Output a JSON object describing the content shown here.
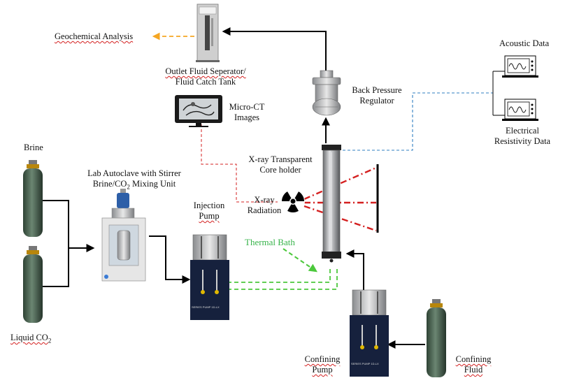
{
  "labels": {
    "geochemical": "Geochemical Analysis",
    "outlet_line1": "Outlet Fluid Seperator/",
    "outlet_line2": "Fluid Catch Tank",
    "back_pressure_line1": "Back Pressure",
    "back_pressure_line2": "Regulator",
    "acoustic": "Acoustic Data",
    "electrical_line1": "Electrical",
    "electrical_line2": "Resistivity Data",
    "microct_line1": "Micro-CT",
    "microct_line2": "Images",
    "xray_holder_line1": "X-ray Transparent",
    "xray_holder_line2": "Core holder",
    "brine": "Brine",
    "autoclave_line1": "Lab Autoclave with Stirrer",
    "autoclave_line2_pre": "Brine/CO",
    "autoclave_line2_sub": "2",
    "autoclave_line2_post": " Mixing Unit",
    "injection_line1": "Injection",
    "injection_line2": "Pump",
    "xray_rad_line1": "X-ray",
    "xray_rad_line2": "Radiation",
    "thermal": "Thermal Bath",
    "liquid_pre": "Liquid CO",
    "liquid_sub": "2",
    "confining_pump_line1": "Confining",
    "confining_pump_line2": "Pump",
    "confining_fluid_line1": "Confining",
    "confining_fluid_line2": "Fluid",
    "pump_plate": "SERIES PUMP 1D-LX"
  },
  "colors": {
    "orange_dashed": "#f5a623",
    "blue_dashed": "#2f7fc1",
    "red_dashed": "#d42020",
    "green_dashed": "#4cc83c",
    "cylinder_green": "#3f5a45",
    "pump_blue": "#16213d",
    "thermal_text": "#37b34a"
  },
  "icons": {
    "outlet": "outlet-separator-icon",
    "bpr": "back-pressure-regulator-icon",
    "monitor": "monitor-icon",
    "oscilloscope": "oscilloscope-icon",
    "radiation": "radiation-icon",
    "cylinder": "gas-cylinder-icon",
    "autoclave": "autoclave-icon",
    "pump": "syringe-pump-icon",
    "core": "core-holder-icon"
  }
}
